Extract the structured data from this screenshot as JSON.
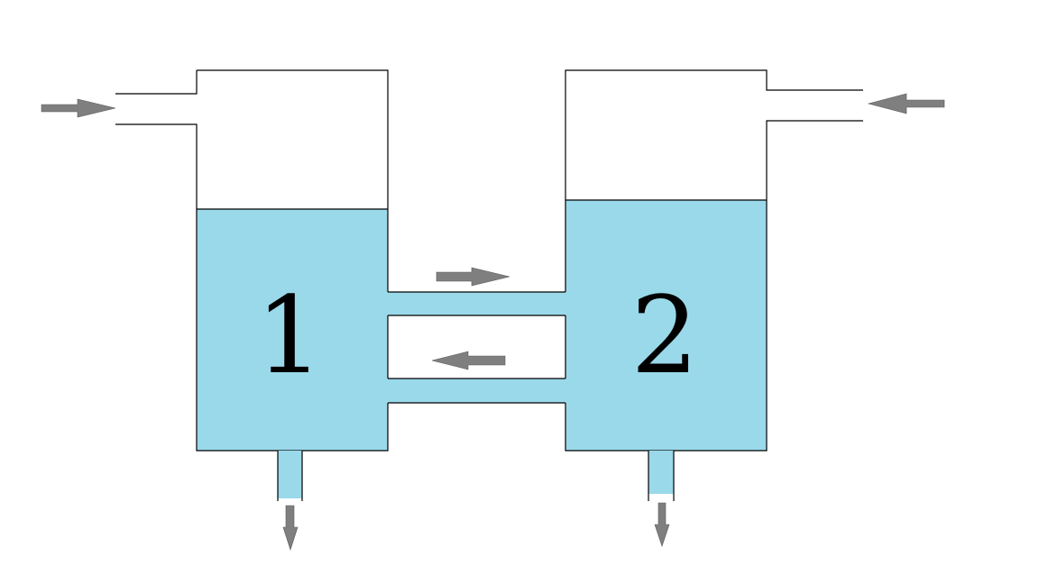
{
  "diagram": {
    "tanks": [
      {
        "id": "tank-1",
        "label": "1"
      },
      {
        "id": "tank-2",
        "label": "2"
      }
    ]
  },
  "colors": {
    "background": "#ffffff",
    "water": "#9ad9ea",
    "outline": "#000000",
    "arrow": "#7f7f7f"
  }
}
